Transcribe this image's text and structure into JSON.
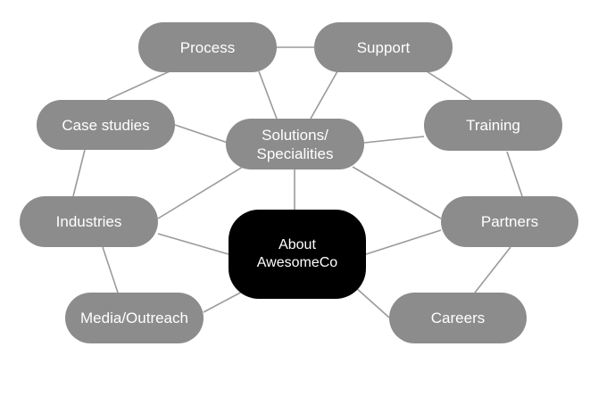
{
  "diagram": {
    "center": {
      "label": "About\nAwesomeCo"
    },
    "nodes": {
      "process": "Process",
      "support": "Support",
      "case_studies": "Case studies",
      "solutions": "Solutions/\nSpecialities",
      "training": "Training",
      "industries": "Industries",
      "partners": "Partners",
      "media": "Media/Outreach",
      "careers": "Careers"
    },
    "colors": {
      "node_fill": "#8c8c8c",
      "center_fill": "#000000",
      "edge": "#9a9a9a",
      "text": "#ffffff"
    }
  }
}
